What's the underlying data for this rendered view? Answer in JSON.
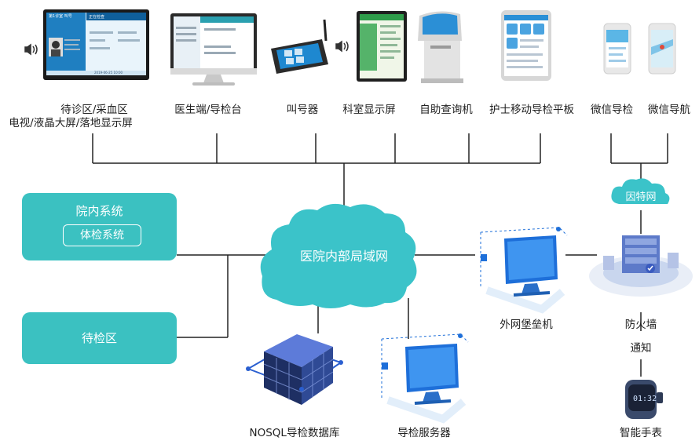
{
  "devices": {
    "waiting": {
      "label_line1": "待诊区/采血区",
      "label_line2": "电视/液晶大屏/落地显示屏"
    },
    "doctor": {
      "label": "医生端/导检台"
    },
    "caller": {
      "label": "叫号器"
    },
    "dept_screen": {
      "label": "科室显示屏"
    },
    "kiosk": {
      "label": "自助查询机"
    },
    "nurse_tablet": {
      "label": "护士移动导检平板"
    },
    "wechat_guide": {
      "label": "微信导检"
    },
    "wechat_nav": {
      "label": "微信导航"
    }
  },
  "screen_text": {
    "tv_header": "第1诊室 叫号",
    "tv_status": "正在检查",
    "tv_time": "2019-06-25 10:00",
    "smartwatch_time": "01:32"
  },
  "network": {
    "internet": "因特网",
    "lan": "医院内部局域网"
  },
  "systems": {
    "hospital": "院内系统",
    "physical_exam": "体检系统",
    "waiting_area": "待检区"
  },
  "servers": {
    "bastion": "外网堡垒机",
    "firewall": "防火墙",
    "notify": "通知",
    "smartwatch": "智能手表",
    "nosql": "NOSQL导检数据库",
    "guide_server": "导检服务器"
  },
  "colors": {
    "teal": "#3bc1c1",
    "cloud": "#3bc3c9",
    "line": "#222222",
    "monitor_blue": "#1e6fd9"
  }
}
